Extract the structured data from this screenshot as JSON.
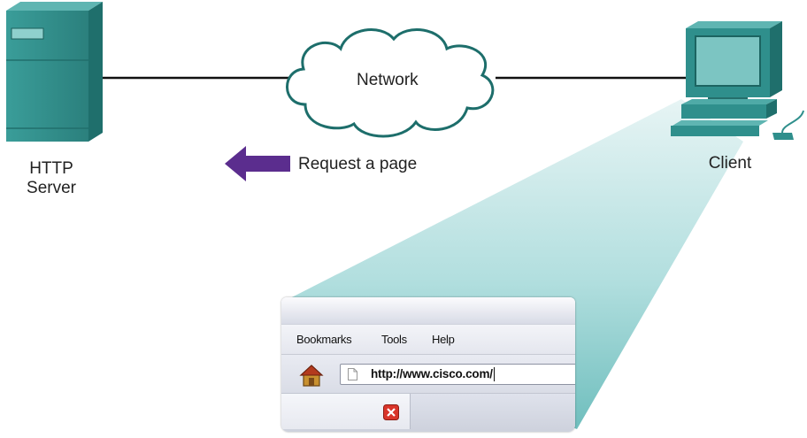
{
  "server": {
    "label": "HTTP\nServer",
    "line1": "HTTP",
    "line2": "Server"
  },
  "network": {
    "label": "Network"
  },
  "client": {
    "label": "Client"
  },
  "request": {
    "label": "Request a page"
  },
  "browser": {
    "menu": [
      "Bookmarks",
      "Tools",
      "Help"
    ],
    "url": "http://www.cisco.com/"
  },
  "colors": {
    "device_teal": "#2f8f8c",
    "arrow_purple": "#5b2d8e",
    "beam": "#a8d8d8"
  },
  "icons": [
    "server-icon",
    "cloud-icon",
    "computer-icon",
    "arrow-left-icon",
    "home-icon",
    "page-icon",
    "close-icon"
  ]
}
